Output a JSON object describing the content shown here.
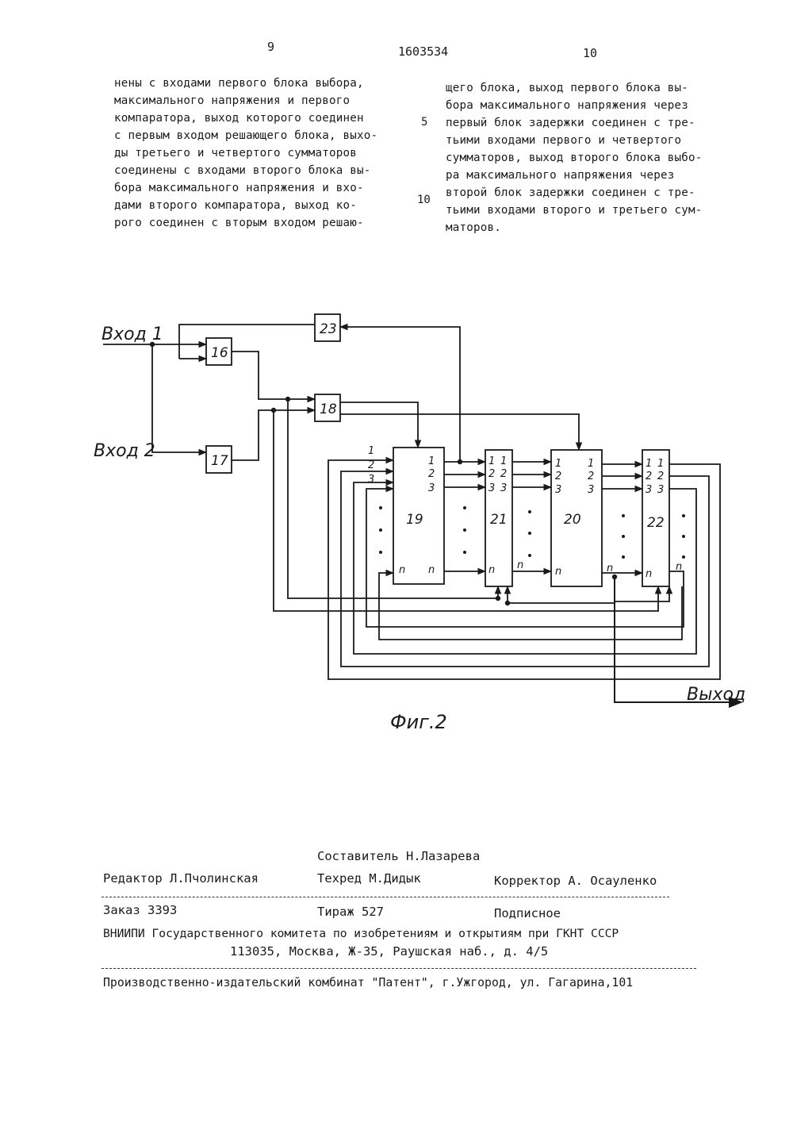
{
  "header": {
    "page_left": "9",
    "patent_number": "1603534",
    "page_right": "10"
  },
  "text": {
    "left_lines": [
      "нены с входами первого блока выбора,",
      "максимального напряжения и первого",
      "компаратора, выход которого соединен",
      "с первым входом решающего блока, выхо-",
      "ды третьего и четвертого сумматоров",
      "соединены с входами второго блока вы-",
      "бора максимального напряжения и вхо-",
      "дами второго компаратора, выход ко-",
      "рого соединен с вторым входом решаю-"
    ],
    "right_lines": [
      "щего блока, выход первого блока вы-",
      "бора максимального напряжения через",
      "первый блок задержки соединен с тре-",
      "тьими входами первого и четвертого",
      "сумматоров, выход второго блока выбо-",
      "ра максимального напряжения через",
      "второй блок задержки соединен с тре-",
      "тьими входами второго и третьего сум-",
      "маторов."
    ],
    "margin_numbers": [
      "5",
      "10"
    ]
  },
  "figure": {
    "input1": "Вход 1",
    "input2": "Вход 2",
    "output": "Выход",
    "caption": "Фиг.2",
    "blocks": [
      "16",
      "17",
      "18",
      "19",
      "20",
      "21",
      "22",
      "23"
    ],
    "pins": [
      "1",
      "2",
      "3",
      "n"
    ]
  },
  "imprint": {
    "compiler": "Составитель Н.Лазарева",
    "editor": "Редактор Л.Пчолинская",
    "techred": "Техред М.Дидык",
    "corrector": "Корректор А. Осауленко",
    "order": "Заказ 3393",
    "circulation": "Тираж 527",
    "subscription": "Подписное",
    "org_line1": "ВНИИПИ Государственного комитета по изобретениям и открытиям при ГКНТ СССР",
    "org_line2": "113035, Москва, Ж-35, Раушская наб., д. 4/5",
    "publisher": "Производственно-издательский комбинат \"Патент\", г.Ужгород, ул. Гагарина,101"
  }
}
